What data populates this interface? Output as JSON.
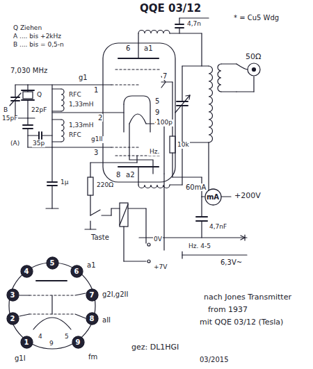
{
  "diagram": {
    "title": "QQE 03/12",
    "nodes": [
      {
        "text": [
          "mA"
        ]
      },
      {
        "text": [
          "4"
        ]
      },
      {
        "text": [
          "5"
        ]
      },
      {
        "text": [
          "6"
        ]
      },
      {
        "text": [
          "3"
        ]
      },
      {
        "text": [
          "7"
        ]
      },
      {
        "text": [
          "2"
        ]
      },
      {
        "text": [
          "8"
        ]
      },
      {
        "text": [
          "1"
        ]
      },
      {
        "text": [
          "9"
        ]
      }
    ],
    "labels": [
      "* = Cu5 Wdg",
      "Q Ziehen",
      "A .... bis +2kHz",
      "B .... bis = 0,5-n",
      "7,030 MHz",
      "B",
      "15pF",
      "Q",
      "22pF",
      "(A)",
      "35p",
      "1",
      "g1",
      "RFC",
      "1,33mH",
      "1,33mH",
      "RFC",
      "2",
      "g1II",
      "3",
      "6",
      "a1",
      "7",
      "5",
      "9",
      "4",
      "8",
      "a2",
      "4,7n",
      "100p",
      "10k",
      "50Ω",
      "Hz.",
      "1µ",
      "220Ω",
      "Taste",
      "60mA",
      "+200V",
      "4,7nF",
      "0V",
      "+7V",
      "Hz. 4-5",
      "6,3V~",
      "a1",
      "g2I,g2II",
      "aII",
      "g1I",
      "fm",
      "4",
      "9",
      "5",
      "nach Jones Transmitter",
      "from 1937",
      "mit QQE 03/12 (Tesla)",
      "gez: DL1HGI",
      "03/2015"
    ]
  }
}
